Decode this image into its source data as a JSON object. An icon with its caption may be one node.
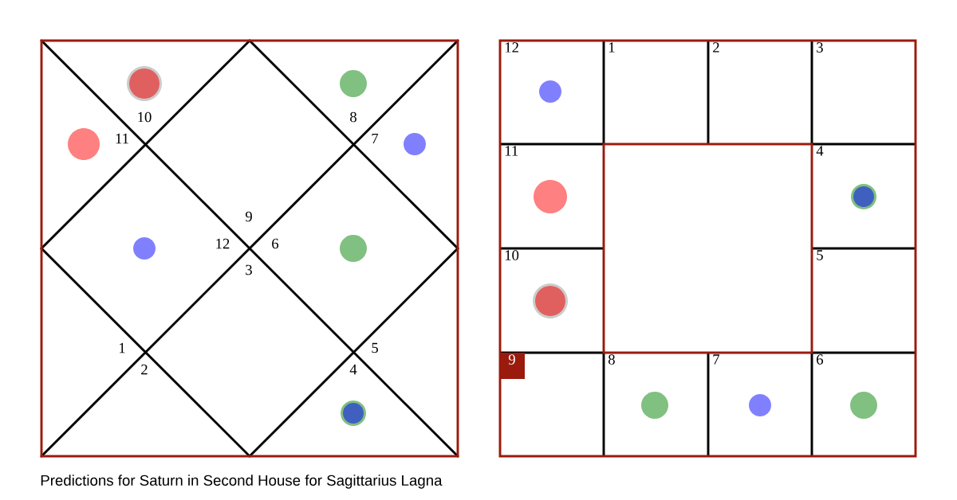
{
  "diagram": {
    "caption": "Predictions for Saturn in Second House for Sagittarius Lagna",
    "labels": [
      "10",
      "8",
      "11",
      "7",
      "9",
      "12",
      "6",
      "3",
      "1",
      "5",
      "2",
      "4",
      "12",
      "1",
      "2",
      "3",
      "11",
      "4",
      "10",
      "5",
      "9",
      "8",
      "7",
      "6"
    ]
  }
}
